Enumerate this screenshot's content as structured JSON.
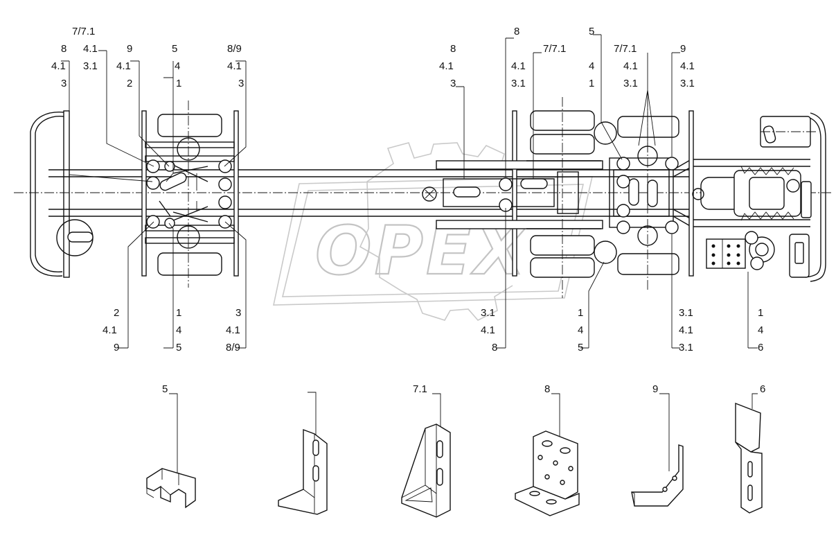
{
  "watermark": {
    "text": "OPEX"
  },
  "callouts_top": [
    {
      "id": "t1",
      "text": "7/7.1"
    },
    {
      "id": "t2",
      "text": "8"
    },
    {
      "id": "t3",
      "text": "4.1"
    },
    {
      "id": "t4",
      "text": "9"
    },
    {
      "id": "t5",
      "text": "5"
    },
    {
      "id": "t6",
      "text": "8/9"
    },
    {
      "id": "t7",
      "text": "4.1"
    },
    {
      "id": "t8",
      "text": "3.1"
    },
    {
      "id": "t9",
      "text": "4.1"
    },
    {
      "id": "t10",
      "text": "4"
    },
    {
      "id": "t11",
      "text": "4.1"
    },
    {
      "id": "t12",
      "text": "3"
    },
    {
      "id": "t13",
      "text": "2"
    },
    {
      "id": "t14",
      "text": "1"
    },
    {
      "id": "t15",
      "text": "3"
    },
    {
      "id": "t16",
      "text": "8"
    },
    {
      "id": "t17",
      "text": "8"
    },
    {
      "id": "t18",
      "text": "7/7.1"
    },
    {
      "id": "t19",
      "text": "4.1"
    },
    {
      "id": "t20",
      "text": "4.1"
    },
    {
      "id": "t21",
      "text": "3"
    },
    {
      "id": "t22",
      "text": "3.1"
    },
    {
      "id": "t23",
      "text": "5"
    },
    {
      "id": "t24",
      "text": "7/7.1"
    },
    {
      "id": "t25",
      "text": "9"
    },
    {
      "id": "t26",
      "text": "4"
    },
    {
      "id": "t27",
      "text": "4.1"
    },
    {
      "id": "t28",
      "text": "4.1"
    },
    {
      "id": "t29",
      "text": "1"
    },
    {
      "id": "t30",
      "text": "3.1"
    },
    {
      "id": "t31",
      "text": "3.1"
    }
  ],
  "callouts_bottom": [
    {
      "id": "b1",
      "text": "2"
    },
    {
      "id": "b2",
      "text": "1"
    },
    {
      "id": "b3",
      "text": "3"
    },
    {
      "id": "b4",
      "text": "4.1"
    },
    {
      "id": "b5",
      "text": "4"
    },
    {
      "id": "b6",
      "text": "4.1"
    },
    {
      "id": "b7",
      "text": "9"
    },
    {
      "id": "b8",
      "text": "5"
    },
    {
      "id": "b9",
      "text": "8/9"
    },
    {
      "id": "b10",
      "text": "3.1"
    },
    {
      "id": "b11",
      "text": "4.1"
    },
    {
      "id": "b12",
      "text": "8"
    },
    {
      "id": "b13",
      "text": "1"
    },
    {
      "id": "b14",
      "text": "4"
    },
    {
      "id": "b15",
      "text": "5"
    },
    {
      "id": "b16",
      "text": "3.1"
    },
    {
      "id": "b17",
      "text": "4.1"
    },
    {
      "id": "b18",
      "text": "3.1"
    },
    {
      "id": "b19",
      "text": "1"
    },
    {
      "id": "b20",
      "text": "4"
    },
    {
      "id": "b21",
      "text": "6"
    }
  ],
  "part_labels": [
    {
      "id": "p5",
      "text": "5"
    },
    {
      "id": "p71",
      "text": "7.1"
    },
    {
      "id": "p8",
      "text": "8"
    },
    {
      "id": "p9",
      "text": "9"
    },
    {
      "id": "p6",
      "text": "6"
    }
  ]
}
